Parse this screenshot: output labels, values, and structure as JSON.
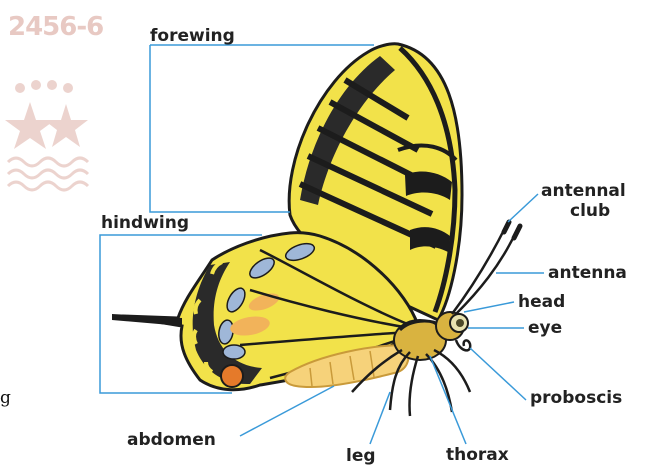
{
  "watermark": {
    "number": "2456-6",
    "color": "#e8c9c3"
  },
  "fragment": {
    "text": "g"
  },
  "leader_color": "#3a9ad9",
  "labels": {
    "forewing": "forewing",
    "hindwing": "hindwing",
    "antennal_club_1": "antennal",
    "antennal_club_2": "club",
    "antenna": "antenna",
    "head": "head",
    "eye": "eye",
    "proboscis": "proboscis",
    "abdomen": "abdomen",
    "leg": "leg",
    "thorax": "thorax"
  }
}
